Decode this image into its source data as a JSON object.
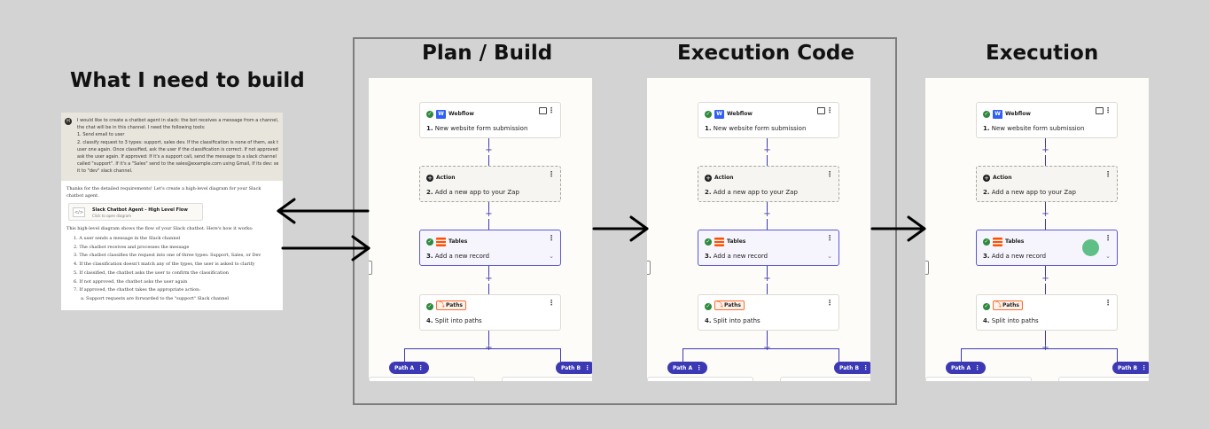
{
  "titles": {
    "need": "What I need to build",
    "plan": "Plan / Build",
    "code": "Execution Code",
    "exec": "Execution"
  },
  "chat": {
    "avatar": "H",
    "user_lines": [
      "I would like to create a chatbot agent in slack: the bot receives a message from a channel, all",
      "the chat will be in this channel. I need the following tools:",
      "1. Send email to user",
      "2. classify request to 3 types: support, sales dev. If the classification is none of them, ask the",
      "user one again. Once classified, ask the user if the classification is correct. If not approved",
      "ask the user again. If approved: If it's a support call, send the message to a slack channel",
      "called \"support\". If it's a \"Sales\" send to the sales@example.com using Gmail, If its dev: send",
      "it to \"dev\" slack channel."
    ],
    "bot_intro": [
      "Thanks for the detailed requirements! Let's create a high-level diagram for your Slack",
      "chatbot agent."
    ],
    "artifact_icon": "</>",
    "artifact_title": "Slack Chatbot Agent - High Level Flow",
    "artifact_sub": "Click to open diagram",
    "bot_desc": "This high-level diagram shows the flow of your Slack chatbot. Here's how it works:",
    "steps": [
      "1. A user sends a message in the Slack channel",
      "2. The chatbot receives and processes the message",
      "3. The chatbot classifies the request into one of three types: Support, Sales, or Dev",
      "4. If the classification doesn't match any of the types, the user is asked to clarify",
      "5. If classified, the chatbot asks the user to confirm the classification",
      "6. If not approved, the chatbot asks the user again",
      "7. If approved, the chatbot takes the appropriate action:",
      "a. Support requests are forwarded to the \"support\" Slack channel"
    ]
  },
  "zap": {
    "steps": [
      {
        "app": "Webflow",
        "num": "1.",
        "label": "New website form submission",
        "status": "check-icon"
      },
      {
        "app": "Action",
        "num": "2.",
        "label": "Add a new app to your Zap",
        "status": "action-icon"
      },
      {
        "app": "Tables",
        "num": "3.",
        "label": "Add a new record",
        "status": "check-icon"
      },
      {
        "app": "Paths",
        "num": "4.",
        "label": "Split into paths",
        "status": "check-icon"
      }
    ],
    "plus": "+",
    "path_a": "Path A",
    "path_b": "Path B",
    "menu": "⋮",
    "webflow_logo": "W",
    "paths_glyph": "⤵",
    "chevron": "⌄",
    "check": "✓",
    "action_glyph": "+",
    "colors": {
      "accent": "#3c39b5",
      "webflow": "#2f5ff6",
      "zapier_orange": "#ff4f00",
      "success": "#2d8a3c",
      "cursor_dot": "#5fbf86"
    }
  }
}
